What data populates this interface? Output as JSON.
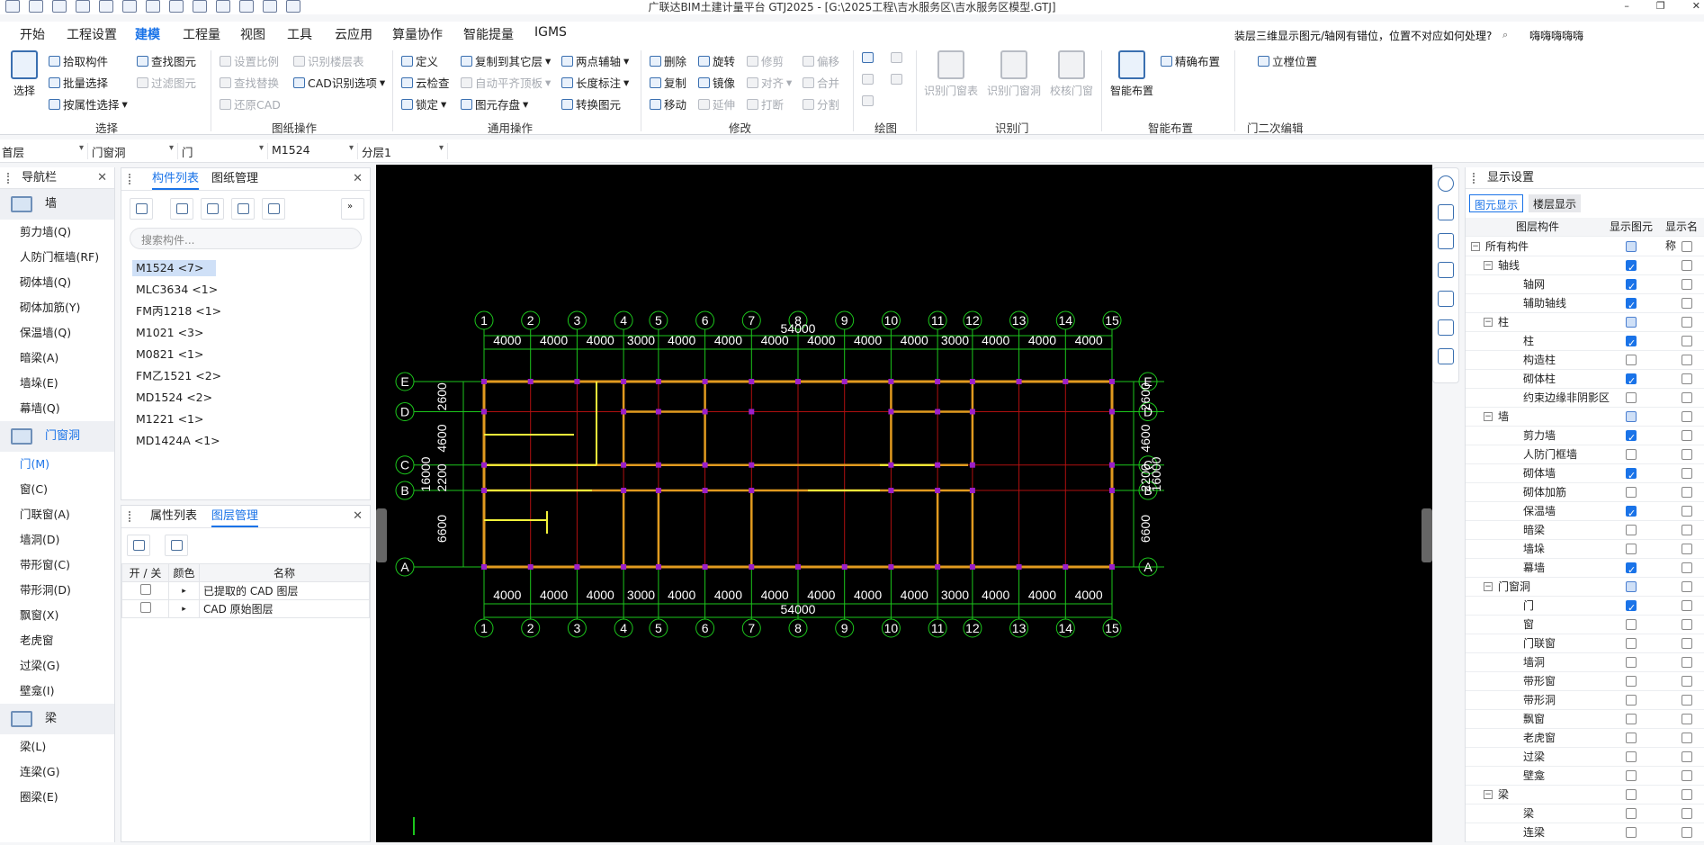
{
  "app": {
    "title": "广联达BIM土建计量平台 GTJ2025 - [G:\\2025工程\\吉水服务区\\吉水服务区模型.GTJ]",
    "win_minimize": "–",
    "win_restore": "❐",
    "win_close": "✕"
  },
  "menu": [
    "开始",
    "工程设置",
    "建模",
    "工程量",
    "视图",
    "工具",
    "云应用",
    "算量协作",
    "智能提量",
    "IGMS"
  ],
  "menu_active": "建模",
  "help_question": "装层三维显示图元/轴网有错位，位置不对应如何处理?",
  "username": "嗨嗨嗨嗨嗨",
  "ribbon": {
    "select": {
      "big": "选择",
      "label": "选择",
      "items": [
        "拾取构件",
        "批量选择",
        "按属性选择",
        "查找图元",
        "过滤图元"
      ]
    },
    "drawing_ops": {
      "label": "图纸操作",
      "items": [
        "设置比例",
        "查找替换",
        "还原CAD",
        "识别楼层表",
        "CAD识别选项"
      ]
    },
    "general_ops": {
      "label": "通用操作",
      "items": [
        "定义",
        "云检查",
        "锁定",
        "复制到其它层",
        "自动平齐顶板",
        "图元存盘",
        "两点辅轴",
        "长度标注",
        "转换图元"
      ]
    },
    "modify": {
      "label": "修改",
      "items": [
        "删除",
        "复制",
        "移动",
        "旋转",
        "镜像",
        "延伸",
        "修剪",
        "对齐",
        "打断",
        "偏移",
        "合并",
        "分割"
      ]
    },
    "draw": {
      "label": "绘图"
    },
    "identify_door": {
      "label": "识别门",
      "items": [
        "识别门窗表",
        "识别门窗洞",
        "校核门窗"
      ]
    },
    "smart_layout": {
      "label": "智能布置",
      "big": "智能布置",
      "items": [
        "精确布置"
      ]
    },
    "door_edit": {
      "label": "门二次编辑",
      "items": [
        "立樘位置"
      ]
    }
  },
  "selectors": [
    "首层",
    "门窗洞",
    "门",
    "M1524",
    "分层1"
  ],
  "nav": {
    "title": "导航栏",
    "categories": [
      {
        "name": "墙",
        "items": [
          "剪力墙(Q)",
          "人防门框墙(RF)",
          "砌体墙(Q)",
          "砌体加筋(Y)",
          "保温墙(Q)",
          "暗梁(A)",
          "墙垛(E)",
          "幕墙(Q)"
        ]
      },
      {
        "name": "门窗洞",
        "items": [
          "门(M)",
          "窗(C)",
          "门联窗(A)",
          "墙洞(D)",
          "带形窗(C)",
          "带形洞(D)",
          "飘窗(X)",
          "老虎窗",
          "过梁(G)",
          "壁龛(I)"
        ]
      },
      {
        "name": "梁",
        "items": [
          "梁(L)",
          "连梁(G)",
          "圈梁(E)"
        ]
      }
    ],
    "active_item": "门(M)"
  },
  "component_panel": {
    "tabs": [
      "构件列表",
      "图纸管理"
    ],
    "search_placeholder": "搜索构件...",
    "items": [
      "M1524 <7>",
      "MLC3634 <1>",
      "FM丙1218 <1>",
      "M1021 <3>",
      "M0821 <1>",
      "FM乙1521 <2>",
      "MD1524 <2>",
      "M1221 <1>",
      "MD1424A <1>"
    ]
  },
  "layer_panel": {
    "tabs": [
      "属性列表",
      "图层管理"
    ],
    "headers": [
      "开 / 关",
      "颜色",
      "名称"
    ],
    "rows": [
      "已提取的 CAD 图层",
      "CAD 原始图层"
    ]
  },
  "display_settings": {
    "title": "显示设置",
    "tabs": [
      "图元显示",
      "楼层显示"
    ],
    "headers": [
      "图层构件",
      "显示图元",
      "显示名称"
    ],
    "rows": [
      {
        "name": "所有构件",
        "level": 0,
        "tree": "−",
        "show": "part"
      },
      {
        "name": "轴线",
        "level": 1,
        "tree": "−",
        "show": "on"
      },
      {
        "name": "轴网",
        "level": 2,
        "show": "on"
      },
      {
        "name": "辅助轴线",
        "level": 2,
        "show": "on"
      },
      {
        "name": "柱",
        "level": 1,
        "tree": "−",
        "show": "part"
      },
      {
        "name": "柱",
        "level": 2,
        "show": "on"
      },
      {
        "name": "构造柱",
        "level": 2,
        "show": "off"
      },
      {
        "name": "砌体柱",
        "level": 2,
        "show": "on"
      },
      {
        "name": "约束边缘非阴影区",
        "level": 2,
        "show": "off"
      },
      {
        "name": "墙",
        "level": 1,
        "tree": "−",
        "show": "part"
      },
      {
        "name": "剪力墙",
        "level": 2,
        "show": "on"
      },
      {
        "name": "人防门框墙",
        "level": 2,
        "show": "off"
      },
      {
        "name": "砌体墙",
        "level": 2,
        "show": "on"
      },
      {
        "name": "砌体加筋",
        "level": 2,
        "show": "off"
      },
      {
        "name": "保温墙",
        "level": 2,
        "show": "on"
      },
      {
        "name": "暗梁",
        "level": 2,
        "show": "off"
      },
      {
        "name": "墙垛",
        "level": 2,
        "show": "off"
      },
      {
        "name": "幕墙",
        "level": 2,
        "show": "on"
      },
      {
        "name": "门窗洞",
        "level": 1,
        "tree": "−",
        "show": "part"
      },
      {
        "name": "门",
        "level": 2,
        "show": "on"
      },
      {
        "name": "窗",
        "level": 2,
        "show": "off"
      },
      {
        "name": "门联窗",
        "level": 2,
        "show": "off"
      },
      {
        "name": "墙洞",
        "level": 2,
        "show": "off"
      },
      {
        "name": "带形窗",
        "level": 2,
        "show": "off"
      },
      {
        "name": "带形洞",
        "level": 2,
        "show": "off"
      },
      {
        "name": "飘窗",
        "level": 2,
        "show": "off"
      },
      {
        "name": "老虎窗",
        "level": 2,
        "show": "off"
      },
      {
        "name": "过梁",
        "level": 2,
        "show": "off"
      },
      {
        "name": "壁龛",
        "level": 2,
        "show": "off"
      },
      {
        "name": "梁",
        "level": 1,
        "tree": "−",
        "show": "off"
      },
      {
        "name": "梁",
        "level": 2,
        "show": "off"
      },
      {
        "name": "连梁",
        "level": 2,
        "show": "off"
      }
    ]
  },
  "drawing": {
    "axes_num": [
      "1",
      "2",
      "3",
      "4",
      "5",
      "6",
      "7",
      "8",
      "9",
      "10",
      "11",
      "12",
      "13",
      "14",
      "15"
    ],
    "spacing_top": [
      "4000",
      "4000",
      "4000",
      "3000",
      "4000",
      "4000",
      "4000",
      "4000",
      "4000",
      "4000",
      "3000",
      "4000",
      "4000",
      "4000"
    ],
    "total_x": "54000",
    "axes_letters": [
      "E",
      "D",
      "C",
      "B",
      "A"
    ],
    "spacing_y": [
      "2600",
      "4600",
      "2200",
      "6600"
    ],
    "total_y": "16000",
    "colors": {
      "axis": "#1cc61c",
      "grid": "#b01010",
      "wall": "#e19a1f",
      "door": "#f2f23a",
      "column": "#9b1fc9",
      "bg": "#000000"
    }
  }
}
